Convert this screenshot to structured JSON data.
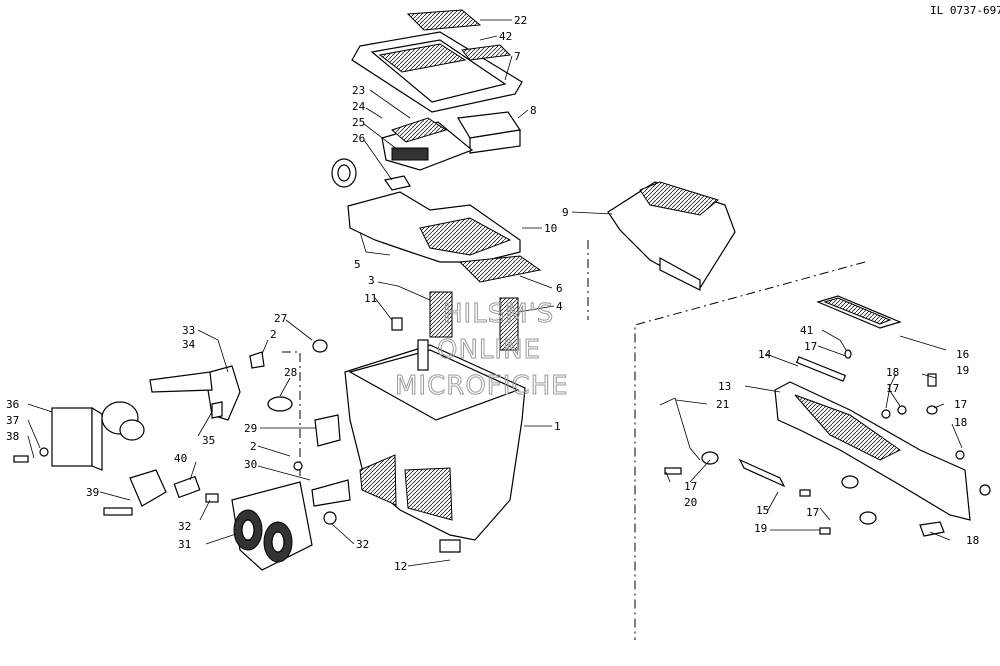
{
  "reference_number": "IL 0737-697",
  "watermark": [
    "HILSM'S",
    "ONLINE",
    "MICROFICHE"
  ],
  "callouts": [
    "22",
    "42",
    "7",
    "8",
    "23",
    "24",
    "25",
    "26",
    "9",
    "10",
    "5",
    "6",
    "3",
    "4",
    "11",
    "33",
    "34",
    "27",
    "2",
    "1",
    "16",
    "41",
    "17",
    "19",
    "14",
    "13",
    "18",
    "17",
    "21",
    "17",
    "18",
    "28",
    "36",
    "37",
    "38",
    "35",
    "29",
    "2",
    "40",
    "30",
    "39",
    "32",
    "31",
    "32",
    "12",
    "17",
    "20",
    "15",
    "17",
    "19",
    "18"
  ]
}
